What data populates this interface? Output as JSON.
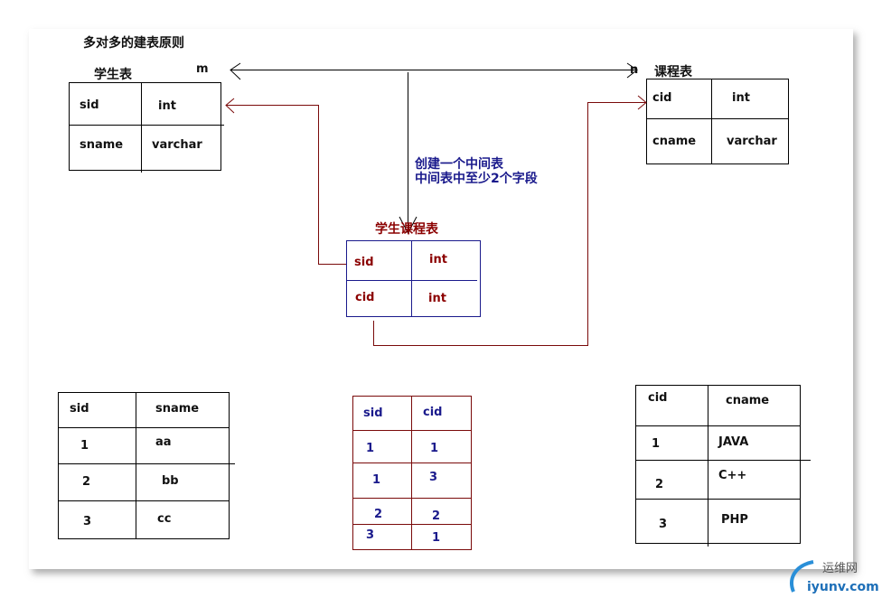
{
  "title": "多对多的建表原则",
  "student_table": {
    "label": "学生表",
    "rows": [
      [
        "sid",
        "int"
      ],
      [
        "sname",
        "varchar"
      ]
    ]
  },
  "course_table": {
    "label": "课程表",
    "rows": [
      [
        "cid",
        "int"
      ],
      [
        "cname",
        "varchar"
      ]
    ]
  },
  "middle_table": {
    "label": "学生课程表",
    "rows": [
      [
        "sid",
        "int"
      ],
      [
        "cid",
        "int"
      ]
    ]
  },
  "cardinality": {
    "left": "m",
    "right": "n"
  },
  "note": {
    "line1": "创建一个中间表",
    "line2": "中间表中至少2个字段"
  },
  "student_data": {
    "headers": [
      "sid",
      "sname"
    ],
    "rows": [
      [
        "1",
        "aa"
      ],
      [
        "2",
        "bb"
      ],
      [
        "3",
        "cc"
      ]
    ]
  },
  "middle_data": {
    "headers": [
      "sid",
      "cid"
    ],
    "rows": [
      [
        "1",
        "1"
      ],
      [
        "1",
        "3"
      ],
      [
        "2",
        "2"
      ],
      [
        "3",
        "1"
      ]
    ]
  },
  "course_data": {
    "headers": [
      "cid",
      "cname"
    ],
    "rows": [
      [
        "1",
        "JAVA"
      ],
      [
        "2",
        "C++"
      ],
      [
        "3",
        "PHP"
      ]
    ]
  },
  "watermark": {
    "cn": "运维网",
    "en": "iyunv.com"
  },
  "colors": {
    "schema_line": "#000000",
    "relation_line": "#7a0a0a",
    "middle_border": "#1a1a8c",
    "note_text": "#1a1a8c"
  }
}
